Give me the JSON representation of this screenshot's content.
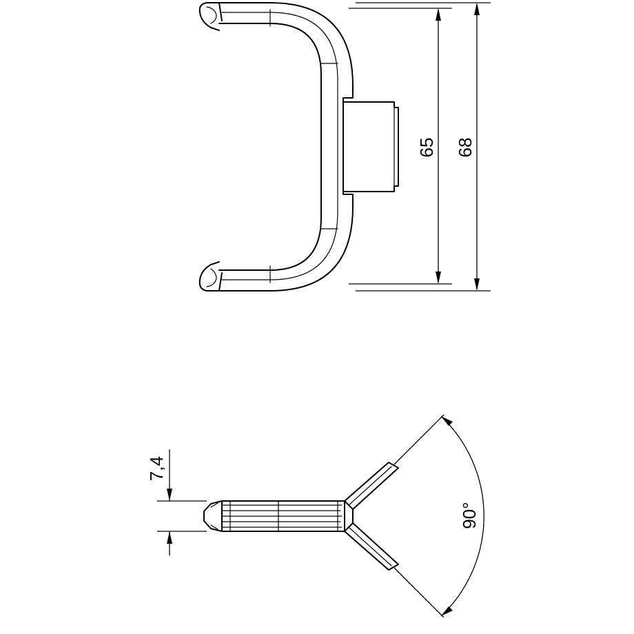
{
  "dimensions": {
    "height_inner": "65",
    "height_outer": "68",
    "thickness": "7,4",
    "angle": "90°"
  }
}
